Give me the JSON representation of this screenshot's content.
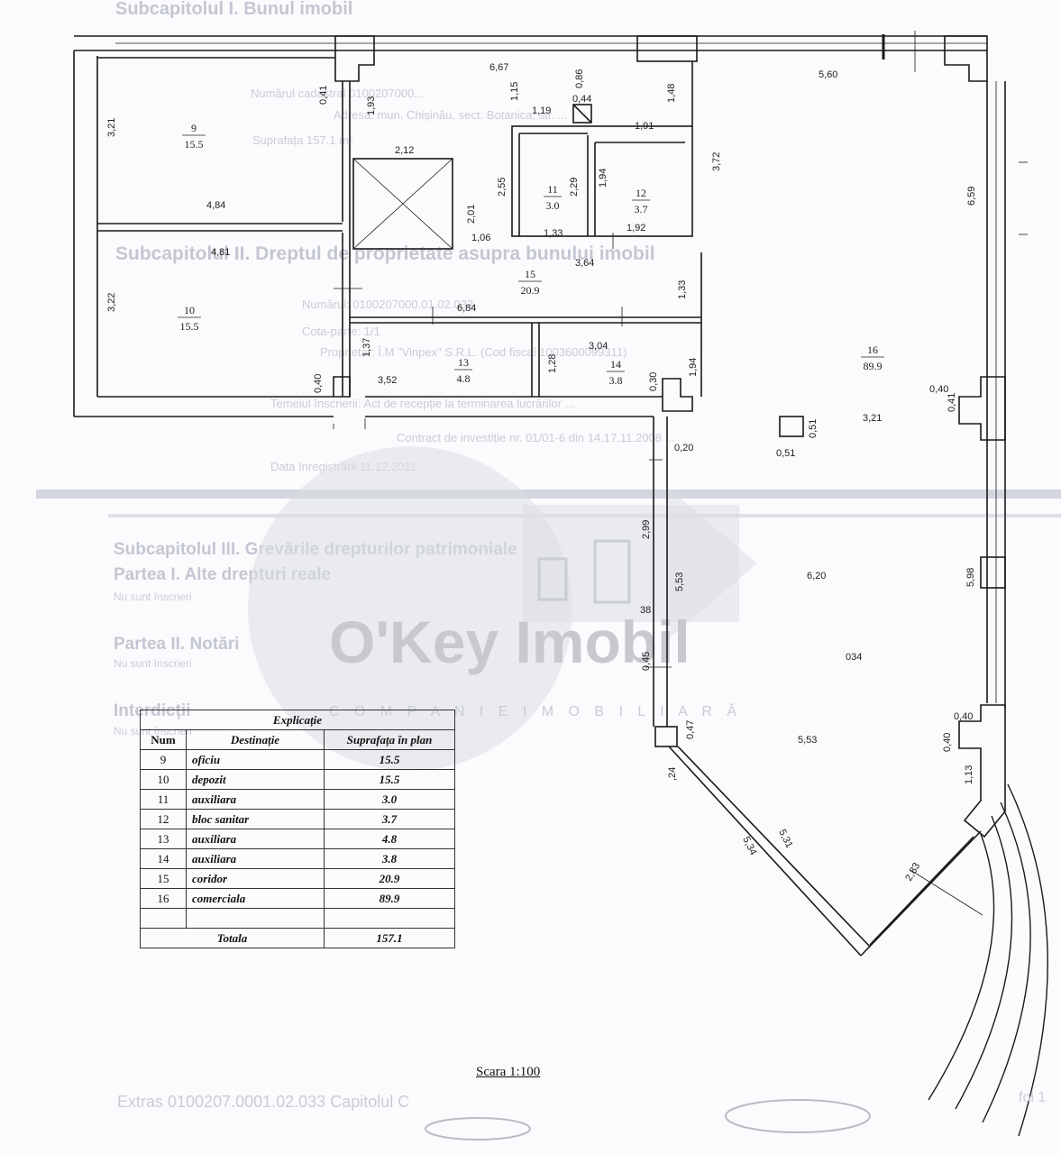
{
  "header_ghost": {
    "line1": "Subcapitolul I. Bunul imobil",
    "line2": "Numărul cadastral 0100207000...",
    "line3": "Adresa: mun. Chișinău, sect. Botanica, str. ...",
    "line4": "Suprafața 157.1 m²"
  },
  "section_ghost": {
    "title": "Subcapitolul II. Dreptul de proprietate asupra bunului imobil",
    "number": "Numărul: 0100207000.01.02.033",
    "cote": "Cota-parte: 1/1",
    "owner": "Proprietar: Î.M \"Vinpex\" S.R.L. (Cod fiscal 1003600099311)",
    "basis": "Temeiul înscrierii: Act de recepție la terminarea lucrărilor ...",
    "contract": "Contract de investiție nr. 01/01-6 din 14.17.11.2008 ...",
    "date": "Data înregistrării 11.12.2011"
  },
  "rights_ghost": {
    "title1": "Subcapitolul III. Grevările drepturilor patrimoniale",
    "title2": "Partea I. Alte drepturi reale",
    "note1": "Nu sunt înscrieri",
    "title3": "Partea II. Notări",
    "note2": "Nu sunt înscrieri",
    "title4": "Interdicții",
    "note3": "Nu sunt înscrieri"
  },
  "footer_ghost": {
    "extract": "Extras 0100207.0001.02.033 Capitolul C",
    "page": "foi 1"
  },
  "watermark": {
    "brand": "O'Key Imobil",
    "tagline": "C O M P A N I E   I M O B I L I A R Ă"
  },
  "rooms": [
    {
      "num": "9",
      "area": "15.5"
    },
    {
      "num": "10",
      "area": "15.5"
    },
    {
      "num": "11",
      "area": "3.0"
    },
    {
      "num": "12",
      "area": "3.7"
    },
    {
      "num": "13",
      "area": "4.8"
    },
    {
      "num": "14",
      "area": "3.8"
    },
    {
      "num": "15",
      "area": "20.9"
    },
    {
      "num": "16",
      "area": "89.9"
    }
  ],
  "dimensions": [
    "6,67",
    "0,86",
    "5,60",
    "0,41",
    "1,93",
    "1,15",
    "0,44",
    "1,48",
    "3,21",
    "1,19",
    "1,91",
    "2,12",
    "3,72",
    "6,59",
    "2,55",
    "2,29",
    "1,94",
    "4,84",
    "2,01",
    "1,33",
    "1,92",
    "1,06",
    "4,81",
    "3,64",
    "1,33",
    "3,22",
    "6,84",
    "3,04",
    "1,37",
    "1,28",
    "3,52",
    "0,40",
    "0,30",
    "1,94",
    "0,40",
    "0,41",
    "3,21",
    "0,51",
    "0,51",
    "0,20",
    "2,99",
    "5,53",
    "6,20",
    "5,98",
    "38",
    "0,45",
    "034",
    "0,47",
    "0,40",
    "0,40",
    "5,53",
    "1,13",
    ",24",
    "5,31",
    "5,34",
    "2,83"
  ],
  "legend": {
    "title": "Explicație",
    "headers": [
      "Num",
      "Destinație",
      "Suprafața în plan"
    ],
    "rows": [
      {
        "num": "9",
        "dest": "oficiu",
        "area": "15.5"
      },
      {
        "num": "10",
        "dest": "depozit",
        "area": "15.5"
      },
      {
        "num": "11",
        "dest": "auxiliara",
        "area": "3.0"
      },
      {
        "num": "12",
        "dest": "bloc sanitar",
        "area": "3.7"
      },
      {
        "num": "13",
        "dest": "auxiliara",
        "area": "4.8"
      },
      {
        "num": "14",
        "dest": "auxiliara",
        "area": "3.8"
      },
      {
        "num": "15",
        "dest": "coridor",
        "area": "20.9"
      },
      {
        "num": "16",
        "dest": "comerciala",
        "area": "89.9"
      },
      {
        "num": "",
        "dest": "",
        "area": ""
      }
    ],
    "total_label": "Totala",
    "total_value": "157.1"
  },
  "scale": "Scara 1:100",
  "colors": {
    "line": "#1a1a1a",
    "ghost": "#c9ccd6",
    "watermark": "#c7c9cf"
  }
}
